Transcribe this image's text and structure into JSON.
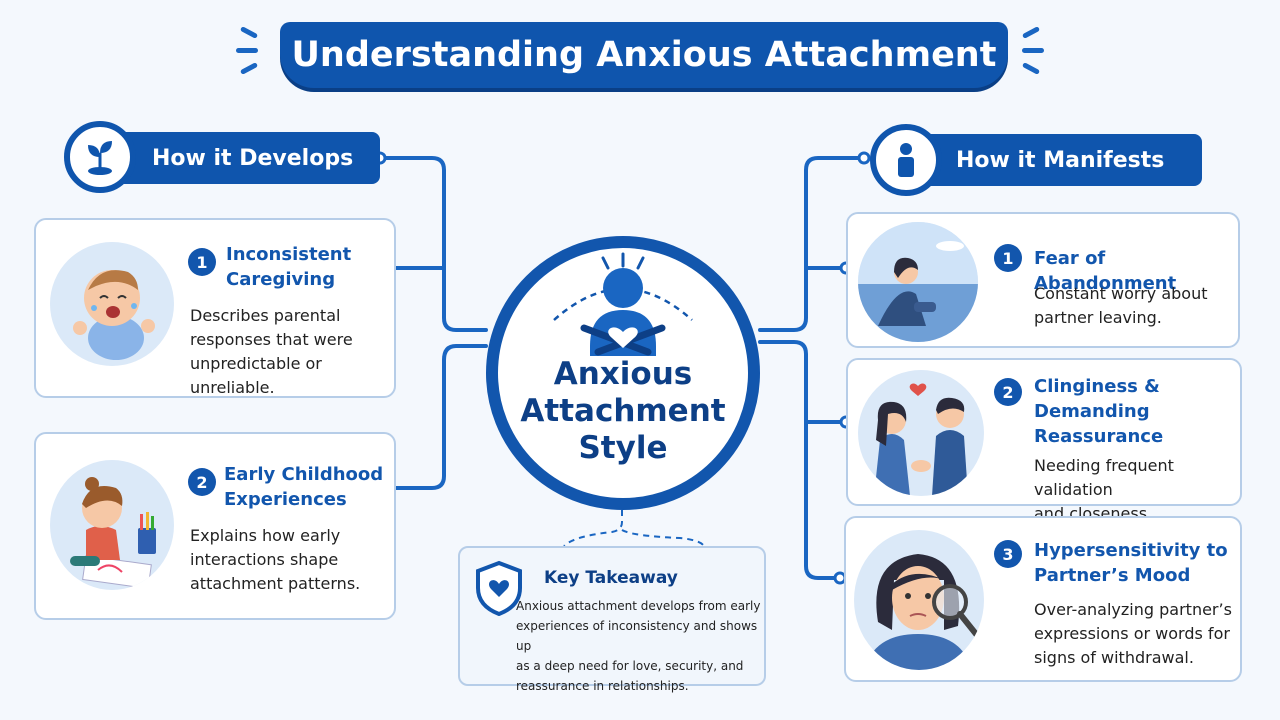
{
  "title": "Understanding Anxious Attachment",
  "left_header": {
    "label": "How it Develops",
    "icon": "sprout-icon"
  },
  "right_header": {
    "label": "How it Manifests",
    "icon": "person-icon"
  },
  "center": {
    "line1": "Anxious",
    "line2": "Attachment",
    "line3": "Style",
    "icon": "self-hug-heart-icon"
  },
  "develops": [
    {
      "number": "1",
      "title_line1": "Inconsistent",
      "title_line2": "Caregiving",
      "desc_line1": "Describes parental",
      "desc_line2": "responses that were",
      "desc_line3": "unpredictable or unreliable.",
      "illustration": "crying-baby-illustration"
    },
    {
      "number": "2",
      "title_line1": "Early Childhood",
      "title_line2": "Experiences",
      "desc_line1": "Explains how early",
      "desc_line2": "interactions shape",
      "desc_line3": "attachment patterns.",
      "illustration": "child-drawing-illustration"
    }
  ],
  "manifests": [
    {
      "number": "1",
      "title_line1": "Fear of Abandonment",
      "title_line2": "",
      "title_line3": "",
      "desc_line1": "Constant worry about",
      "desc_line2": "partner leaving.",
      "desc_line3": "",
      "illustration": "lonely-person-sea-illustration"
    },
    {
      "number": "2",
      "title_line1": "Clinginess &",
      "title_line2": "Demanding",
      "title_line3": "Reassurance",
      "desc_line1": "Needing frequent validation",
      "desc_line2": "and closeness.",
      "desc_line3": "",
      "illustration": "couple-holding-hands-illustration"
    },
    {
      "number": "3",
      "title_line1": "Hypersensitivity to",
      "title_line2": "Partner’s Mood",
      "title_line3": "",
      "desc_line1": "Over-analyzing partner’s",
      "desc_line2": "expressions or words for",
      "desc_line3": "signs of withdrawal.",
      "illustration": "person-magnifier-illustration"
    }
  ],
  "key_takeaway": {
    "title": "Key Takeaway",
    "icon": "shield-heart-icon",
    "line1": "Anxious attachment develops from early",
    "line2": "experiences of inconsistency and shows up",
    "line3": "as a deep need for love, security, and",
    "line4": "reassurance in relationships."
  },
  "colors": {
    "primary": "#1256ad",
    "dark": "#0d3f86",
    "card_border": "#b6cde8",
    "background": "#f4f8fd",
    "accent_heart": "#e0524a"
  }
}
